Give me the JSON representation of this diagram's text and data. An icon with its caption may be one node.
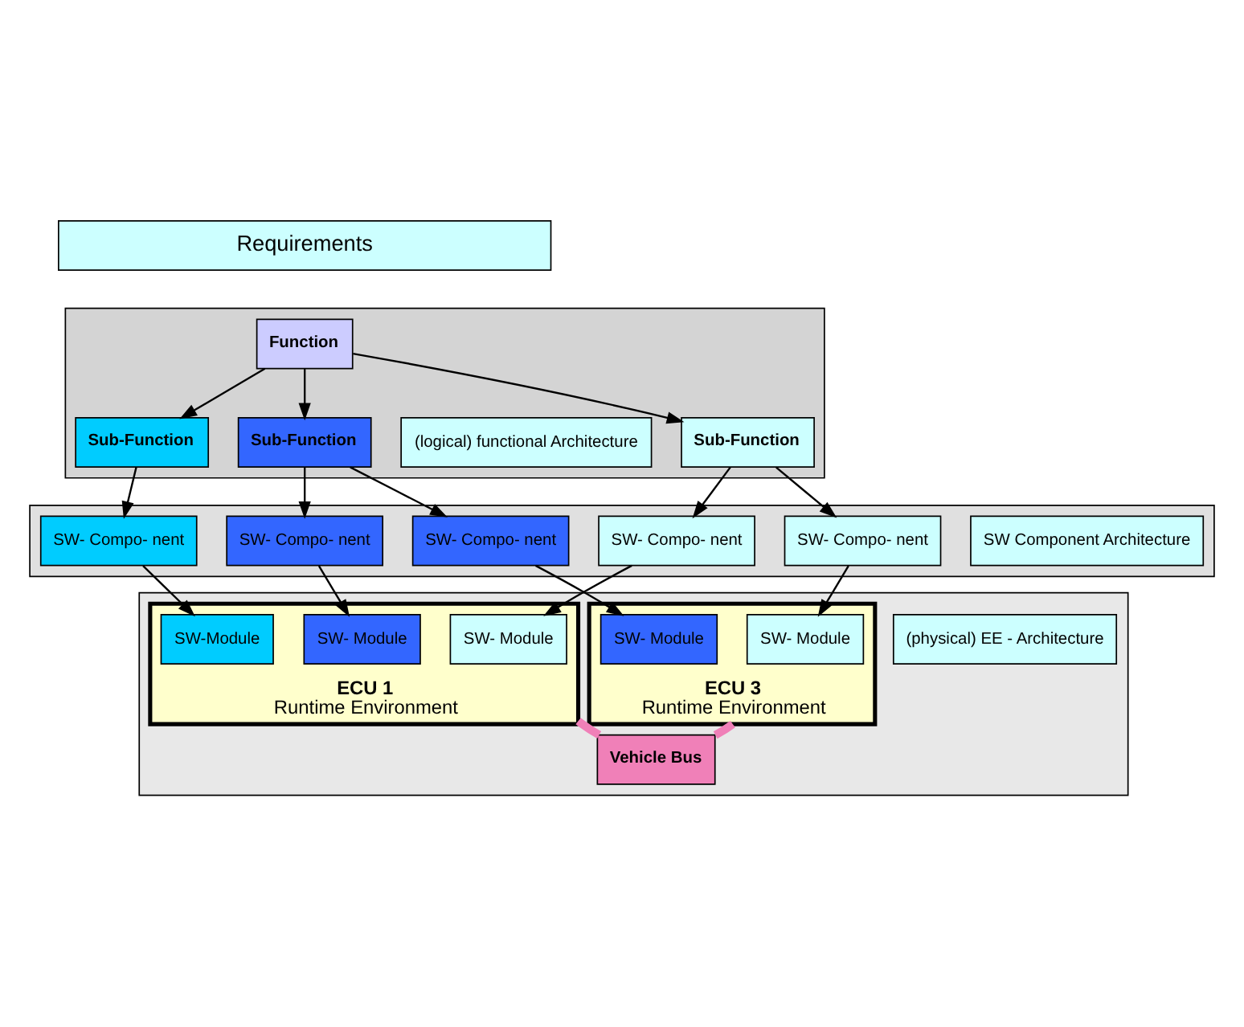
{
  "diagram": {
    "nodes": [
      {
        "text": [
          "Requirements"
        ]
      },
      {
        "text": [],
        "shape": "box"
      },
      {
        "text": [
          "Function"
        ],
        "in": 1
      },
      {
        "text": [
          "Sub-Function"
        ],
        "in": 1
      },
      {
        "text": [
          "Sub-Function"
        ],
        "in": 1
      },
      {
        "text": [
          "Sub-Function"
        ],
        "in": 1
      },
      {
        "text": [
          "(logical) functional Architecture"
        ],
        "in": 1
      },
      {
        "text": [],
        "shape": "box"
      },
      {
        "text": [
          "SW- Compo- nent"
        ],
        "in": 7
      },
      {
        "text": [
          "SW- Compo- nent"
        ],
        "in": 7
      },
      {
        "text": [
          "SW- Compo- nent"
        ],
        "in": 7
      },
      {
        "text": [
          "SW- Compo- nent"
        ],
        "in": 7
      },
      {
        "text": [
          "SW- Compo- nent"
        ],
        "in": 7
      },
      {
        "text": [
          "SW Component Architecture"
        ],
        "in": 7
      },
      {
        "text": [],
        "shape": "box"
      },
      {
        "text": [
          "ECU 1",
          "Runtime Environment"
        ],
        "in": 14
      },
      {
        "text": [
          "SW- Module"
        ],
        "in": 15
      },
      {
        "text": [
          "SW- Module"
        ],
        "in": 15
      },
      {
        "text": [
          "SW-Module"
        ],
        "in": 15
      },
      {
        "text": [
          "ECU 3",
          "Runtime Environment"
        ],
        "in": 14
      },
      {
        "text": [
          "SW- Module"
        ],
        "in": 19
      },
      {
        "text": [
          "SW- Module"
        ],
        "in": 19
      },
      {
        "text": [
          "(physical) EE - Architecture"
        ],
        "in": 14
      },
      {
        "text": [
          "Vehicle Bus"
        ],
        "in": 14
      }
    ],
    "edges": [
      {
        "from": 2,
        "to": 3,
        "arrow": "to"
      },
      {
        "from": 2,
        "to": 4,
        "arrow": "to"
      },
      {
        "from": 2,
        "to": 5,
        "arrow": "to"
      },
      {
        "from": 3,
        "to": 8,
        "arrow": "to"
      },
      {
        "from": 3,
        "to": 9,
        "arrow": "to"
      },
      {
        "from": 4,
        "to": 10,
        "arrow": "to"
      },
      {
        "from": 5,
        "to": 11,
        "arrow": "to"
      },
      {
        "from": 5,
        "to": 12,
        "arrow": "to"
      },
      {
        "from": 8,
        "to": 16,
        "arrow": "to"
      },
      {
        "from": 9,
        "to": 20,
        "arrow": "to"
      },
      {
        "from": 10,
        "to": 18,
        "arrow": "to"
      },
      {
        "from": 11,
        "to": 17,
        "arrow": "to"
      },
      {
        "from": 12,
        "to": 21,
        "arrow": "to"
      },
      {
        "from": 15,
        "to": 23,
        "arrow": "none",
        "style": "thick",
        "color": "#f080b8"
      },
      {
        "from": 19,
        "to": 23,
        "arrow": "none",
        "style": "thick",
        "color": "#f080b8"
      }
    ]
  }
}
